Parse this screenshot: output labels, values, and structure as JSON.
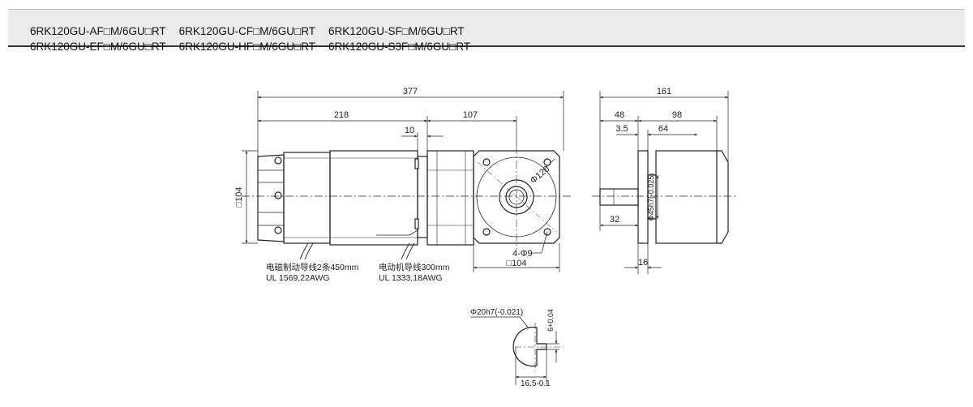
{
  "header": {
    "models": [
      [
        "6RK120GU-AF□M/6GU□RT",
        "6RK120GU-CF□M/6GU□RT",
        "6RK120GU-SF□M/6GU□RT"
      ],
      [
        "6RK120GU-EF□M/6GU□RT",
        "6RK120GU-HF□M/6GU□RT",
        "6RK120GU-S3F□M/6GU□RT"
      ]
    ]
  },
  "dims": {
    "d377": "377",
    "d218": "218",
    "d107": "107",
    "d10": "10",
    "d104v": "□104",
    "d104h": "□104",
    "phi120": "Φ120",
    "holes": "4-Φ9",
    "d161": "161",
    "d48": "48",
    "d98": "98",
    "d35": "3.5",
    "d64": "64",
    "d32": "32",
    "d16": "16",
    "phi45": "Φ45h7(-0.025)",
    "shaft_phi": "Φ20h7(-0.021)",
    "key6": "6+0.04",
    "d165": "16.5-0.1"
  },
  "notes": {
    "brake_line": "电磁制动导线2条450mm",
    "brake_ul": "UL 1569,22AWG",
    "motor_line": "电动机导线300mm",
    "motor_ul": "UL 1333,18AWG"
  }
}
